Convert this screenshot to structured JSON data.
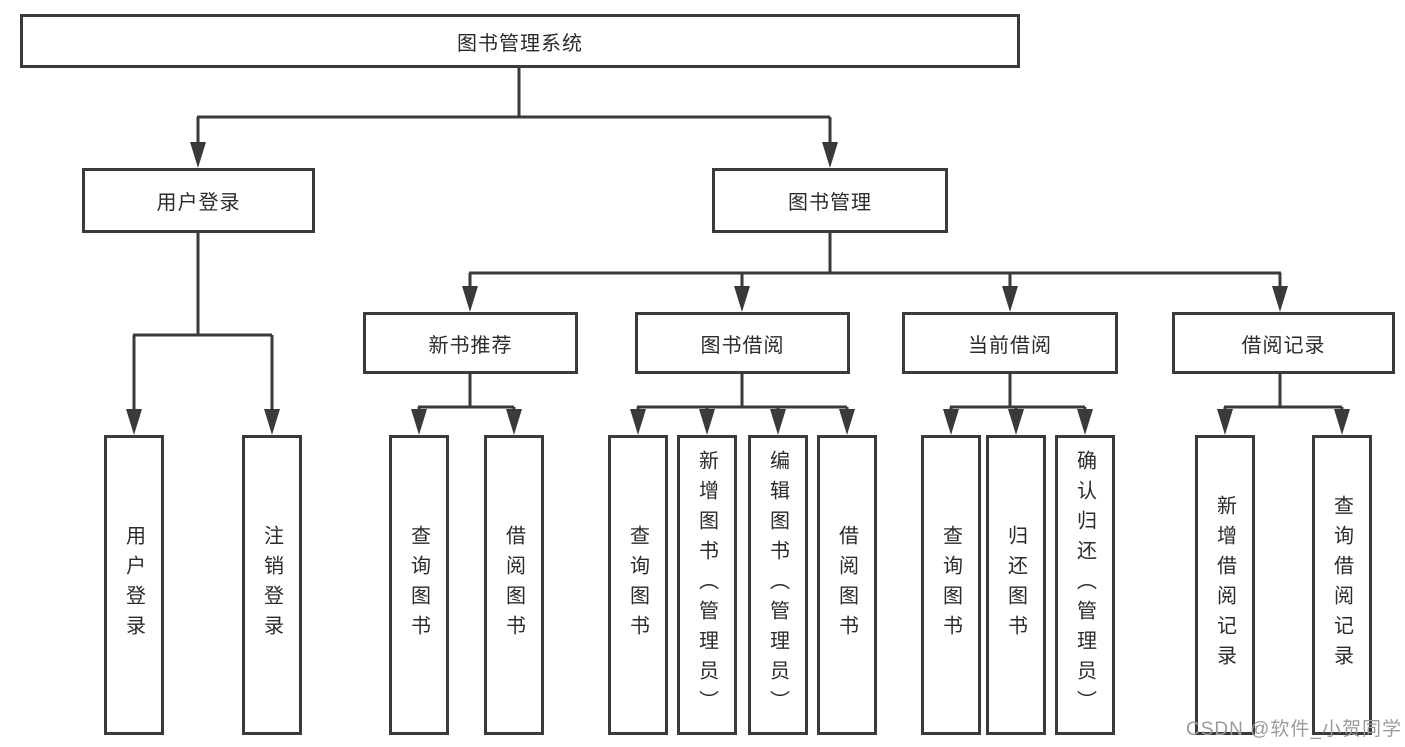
{
  "title": "图书管理系统",
  "watermark": "CSDN @软件_小贺同学",
  "colors": {
    "line": "#3a3a3a",
    "box_border": "#3a3a3a",
    "text": "#2b2b2b",
    "watermark_text": "#9b9b9b",
    "background": "#ffffff"
  },
  "level2": [
    {
      "label": "用户登录",
      "parent": "图书管理系统"
    },
    {
      "label": "图书管理",
      "parent": "图书管理系统"
    }
  ],
  "level3": [
    {
      "label": "新书推荐",
      "parent": "图书管理"
    },
    {
      "label": "图书借阅",
      "parent": "图书管理"
    },
    {
      "label": "当前借阅",
      "parent": "图书管理"
    },
    {
      "label": "借阅记录",
      "parent": "图书管理"
    }
  ],
  "level4": [
    {
      "label": "用户登录",
      "parent": "用户登录"
    },
    {
      "label": "注销登录",
      "parent": "用户登录"
    },
    {
      "label": "查询图书",
      "parent": "新书推荐"
    },
    {
      "label": "借阅图书",
      "parent": "新书推荐"
    },
    {
      "label": "查询图书",
      "parent": "图书借阅"
    },
    {
      "label": "新增图书（管理员）",
      "parent": "图书借阅"
    },
    {
      "label": "编辑图书（管理员）",
      "parent": "图书借阅"
    },
    {
      "label": "借阅图书",
      "parent": "图书借阅"
    },
    {
      "label": "查询图书",
      "parent": "当前借阅"
    },
    {
      "label": "归还图书",
      "parent": "当前借阅"
    },
    {
      "label": "确认归还（管理员）",
      "parent": "当前借阅"
    },
    {
      "label": "新增借阅记录",
      "parent": "借阅记录"
    },
    {
      "label": "查询借阅记录",
      "parent": "借阅记录"
    }
  ]
}
